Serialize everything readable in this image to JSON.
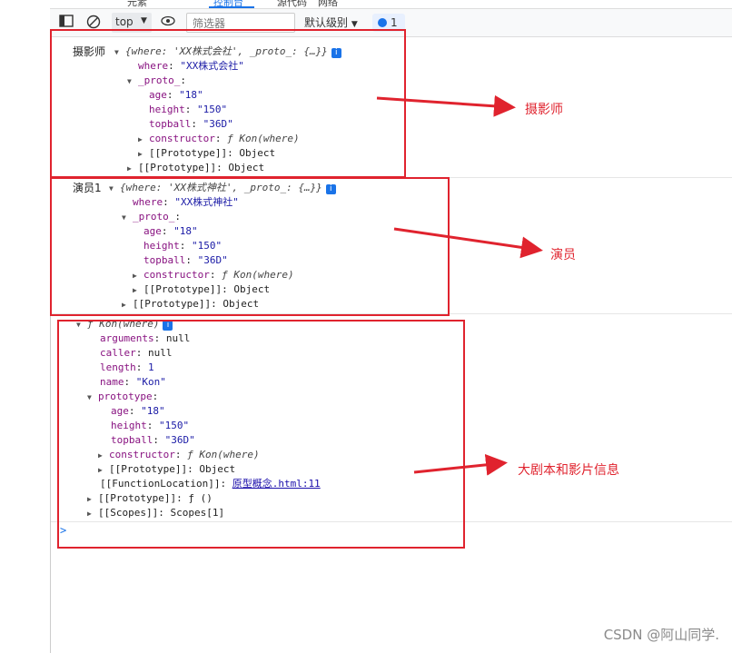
{
  "tabs": [
    "元素",
    "控制台",
    "源代码",
    "网络"
  ],
  "toolbar": {
    "context": "top",
    "filter_placeholder": "筛选器",
    "levels": "默认级别",
    "issues_count": "1"
  },
  "block1": {
    "label": "摄影师",
    "summary": "{where: 'XX株式会社', _proto_: {…}}",
    "where_key": "where",
    "where_val": "\"XX株式会社\"",
    "proto_key": "_proto_",
    "age_val": "\"18\"",
    "height_val": "\"150\"",
    "topball_val": "\"36D\"",
    "constructor": "ƒ Kon(where)",
    "proto_obj": "[[Prototype]]: Object",
    "proto_obj2": "[[Prototype]]: Object"
  },
  "block2": {
    "label": "演员1",
    "summary": "{where: 'XX株式神社', _proto_: {…}}",
    "where_val": "\"XX株式神社\"",
    "proto_key": "_proto_",
    "age_val": "\"18\"",
    "height_val": "\"150\"",
    "topball_val": "\"36D\"",
    "constructor": "ƒ Kon(where)",
    "proto_obj": "[[Prototype]]: Object",
    "proto_obj2": "[[Prototype]]: Object"
  },
  "block3": {
    "header": "ƒ Kon(where)",
    "arguments": "null",
    "caller": "null",
    "length": "1",
    "name": "\"Kon\"",
    "age_val": "\"18\"",
    "height_val": "\"150\"",
    "topball_val": "\"36D\"",
    "constructor": "ƒ Kon(where)",
    "proto_obj": "[[Prototype]]: Object",
    "function_location_key": "[[FunctionLocation]]:",
    "function_location_link": "原型概念.html:11",
    "proto_fn": "[[Prototype]]: ƒ ()",
    "scopes": "[[Scopes]]: Scopes[1]"
  },
  "annotations": {
    "photographer": "摄影师",
    "actor": "演员",
    "script_info": "大剧本和影片信息",
    "color": "#e0232e"
  },
  "watermark": "CSDN @阿山同学."
}
